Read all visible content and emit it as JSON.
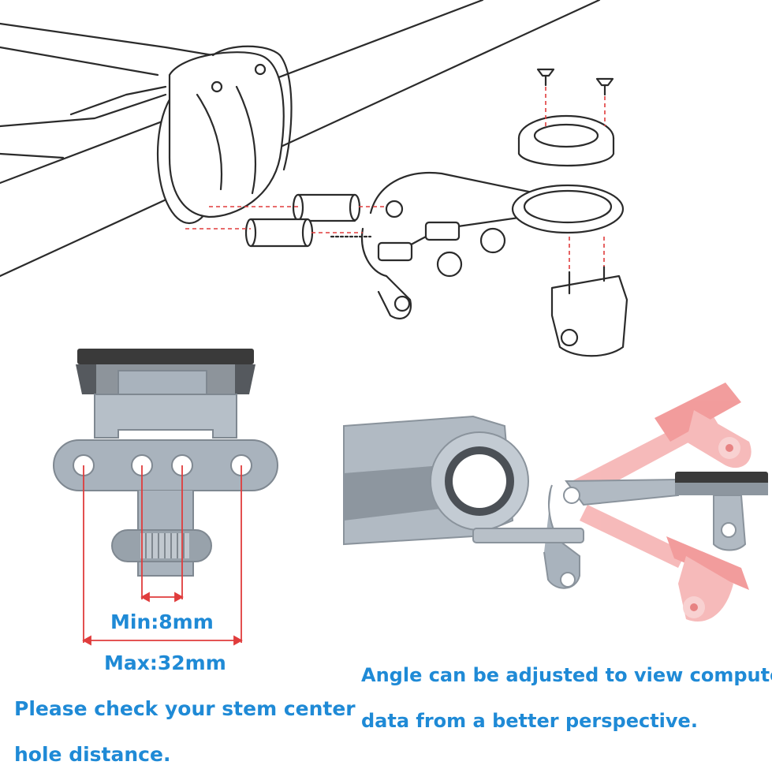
{
  "labels": {
    "min_distance": "Min:8mm",
    "max_distance": "Max:32mm",
    "stem_note_line1": "Please check your stem center",
    "stem_note_line2": "hole distance.",
    "angle_note_line1": "Angle can be adjusted to view computer",
    "angle_note_line2": "data from a better perspective."
  },
  "colors": {
    "text_accent": "#1f8ad6",
    "dimension_line": "#e03c3c",
    "aluminum": "#a9b3bd",
    "outline": "#2b2b2b",
    "ghost_red": "#f08a8a"
  }
}
